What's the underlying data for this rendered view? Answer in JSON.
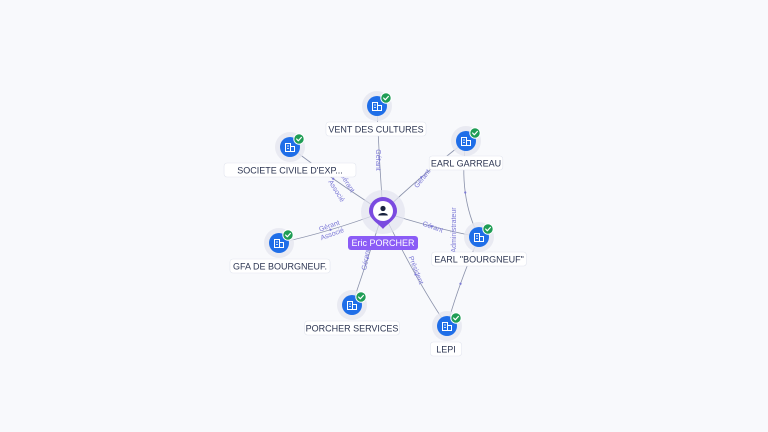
{
  "colors": {
    "background": "#f8f9fc",
    "edge": "#6f7896",
    "edge_label": "#7b78d6",
    "company_icon": "#1f6ee8",
    "verified_badge": "#1f9d55",
    "person": "#7b4be0",
    "person_label_bg": "#8b5cf6",
    "label_text": "#2c3552"
  },
  "center": {
    "label": "Eric PORCHER",
    "icon": "person-icon"
  },
  "nodes": [
    {
      "label": "VENT DES CULTURES",
      "icon": "building-icon",
      "badge": "check-icon"
    },
    {
      "label": "EARL GARREAU",
      "icon": "building-icon",
      "badge": "check-icon"
    },
    {
      "label": "SOCIETE CIVILE D'EXP...",
      "icon": "building-icon",
      "badge": "check-icon"
    },
    {
      "label": "GFA DE BOURGNEUF.",
      "icon": "building-icon",
      "badge": "check-icon"
    },
    {
      "label": "EARL \"BOURGNEUF\"",
      "icon": "building-icon",
      "badge": "check-icon"
    },
    {
      "label": "PORCHER SERVICES",
      "icon": "building-icon",
      "badge": "check-icon"
    },
    {
      "label": "LEPI",
      "icon": "building-icon",
      "badge": "check-icon"
    }
  ],
  "edges": [
    {
      "from": "center",
      "to": 0,
      "labels": [
        "Gérant"
      ]
    },
    {
      "from": "center",
      "to": 1,
      "labels": [
        "Gérant"
      ]
    },
    {
      "from": "center",
      "to": 2,
      "labels": [
        "Gérant",
        "Associé"
      ]
    },
    {
      "from": "center",
      "to": 3,
      "labels": [
        "Gérant",
        "Associé"
      ]
    },
    {
      "from": "center",
      "to": 4,
      "labels": [
        "Gérant"
      ]
    },
    {
      "from": "center",
      "to": 5,
      "labels": [
        "Gérant"
      ]
    },
    {
      "from": "center",
      "to": 6,
      "labels": [
        "Président"
      ]
    },
    {
      "from": 1,
      "to": 4,
      "labels": [
        "Administrateur"
      ]
    },
    {
      "from": 4,
      "to": 6,
      "labels": []
    }
  ]
}
